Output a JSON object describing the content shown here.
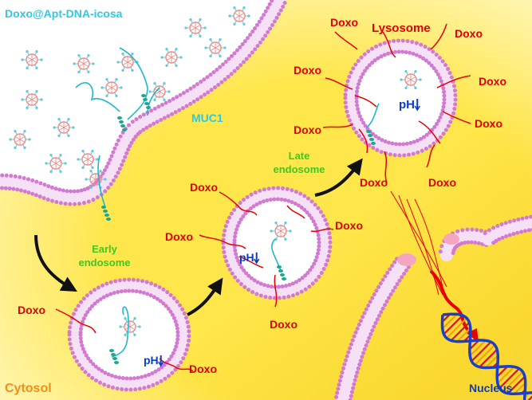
{
  "labels": {
    "title": "Doxo@Apt-DNA-icosa",
    "muc1": "MUC1",
    "early": [
      "Early",
      "endosome"
    ],
    "late": [
      "Late",
      "endosome"
    ],
    "lysosome": "Lysosome",
    "cytosol": "Cytosol",
    "nucleus": "Nucleus",
    "doxo": "Doxo",
    "ph": "pH"
  },
  "colors": {
    "background_outer": "#ffffff",
    "cytosol_light": "#fff6b8",
    "cytosol_mid": "#ffe64a",
    "cytosol_dark": "#f1c40a",
    "membrane_bead": "#d27ad2",
    "membrane_stroke": "#b050b0",
    "membrane_fill": "#f6e0f6",
    "drug_line": "#e60000",
    "doxo_text": "#e00000",
    "aptamer": "#20b8c8",
    "title_text": "#30c8e0",
    "endosome_text": "#40c820",
    "ph_text": "#0a3cc8",
    "nucleus_text": "#103cb0",
    "cytosol_text": "#f09018",
    "arrow": "#111111",
    "dna_blue": "#1a3fc8",
    "dna_orange": "#f0a010",
    "dna_red": "#e01010"
  },
  "icons": [
    "icosahedron-nanoparticle-icon",
    "arrow-icon",
    "dna-helix-icon"
  ]
}
